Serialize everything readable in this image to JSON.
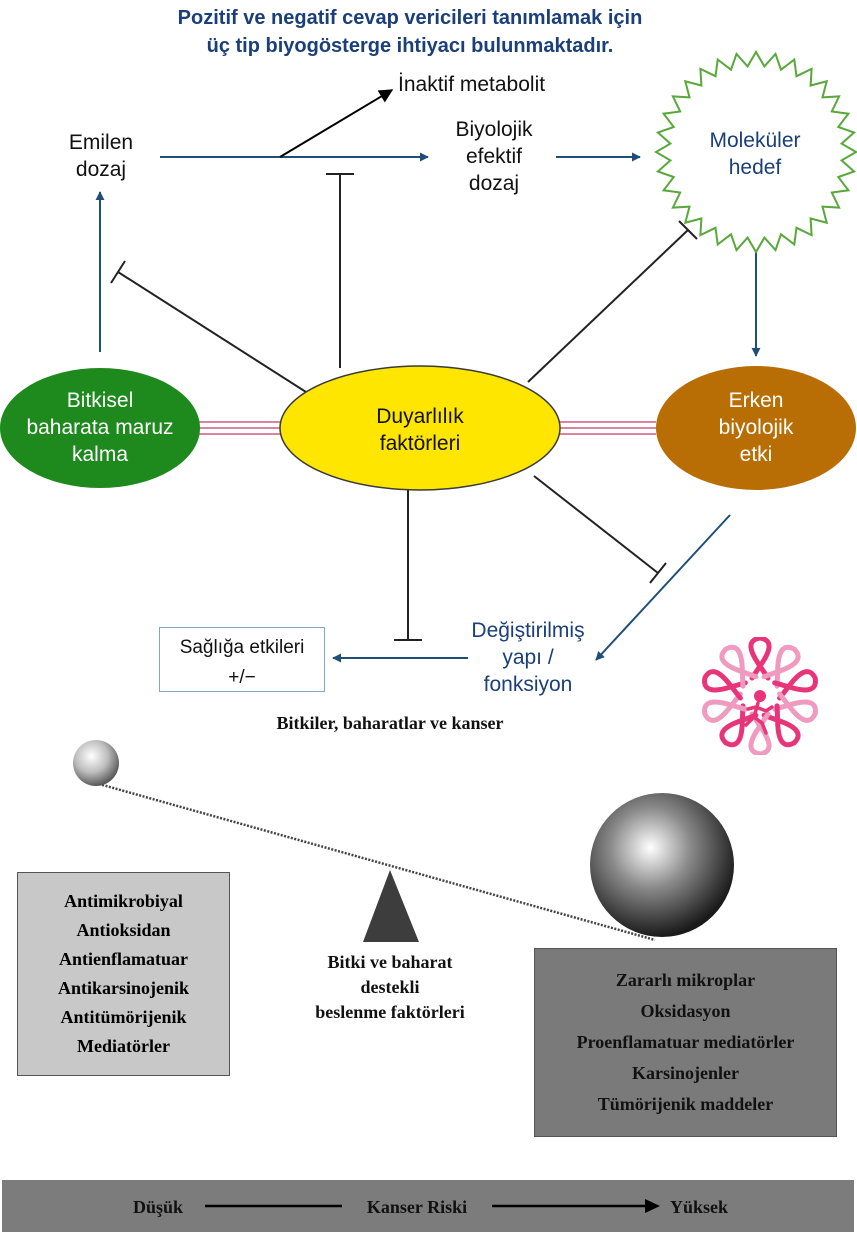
{
  "title": {
    "line1": "Pozitif ve negatif cevap vericileri tanımlamak için",
    "line2": "üç tip biyogösterge ihtiyacı bulunmaktadır."
  },
  "nodes": {
    "emilen_dozaj": [
      "Emilen",
      "dozaj"
    ],
    "inaktif_metabolit": "İnaktif metabolit",
    "biyolojik_efektif_dozaj": [
      "Biyolojik",
      "efektif",
      "dozaj"
    ],
    "molekuler_hedef": [
      "Moleküler",
      "hedef"
    ],
    "bitkisel_maruz": [
      "Bitkisel",
      "baharata maruz",
      "kalma"
    ],
    "duyarlilik": [
      "Duyarlılık",
      "faktörleri"
    ],
    "erken_etki": [
      "Erken",
      "biyolojik",
      "etki"
    ],
    "degistirilmis": [
      "Değiştirilmiş",
      "yapı /",
      "fonksiyon"
    ],
    "sagliga_etkileri": "Sağlığa etkileri",
    "plus_minus": "+/−"
  },
  "caption": "Bitkiler, baharatlar ve kanser",
  "protective_factors": [
    "Antimikrobiyal",
    "Antioksidan",
    "Antienflamatuar",
    "Antikarsinojenik",
    "Antitümörijenik",
    "Mediatörler"
  ],
  "fulcrum_label": [
    "Bitki ve baharat",
    "destekli",
    "beslenme faktörleri"
  ],
  "risk_factors": [
    "Zararlı mikroplar",
    "Oksidasyon",
    "Proenflamatuar mediatörler",
    "Karsinojenler",
    "Tümörijenik maddeler"
  ],
  "risk_bar": {
    "low": "Düşük",
    "label": "Kanser Riski",
    "high": "Yüksek"
  },
  "colors": {
    "title": "#1a3f7a",
    "arrow": "#1f4e79",
    "green_node": "#1e8a1e",
    "yellow_node": "#ffe600",
    "brown_node": "#b86e05",
    "star_outline": "#58a83a",
    "connector": "#d9859e",
    "ribbon": "#e8357a"
  }
}
